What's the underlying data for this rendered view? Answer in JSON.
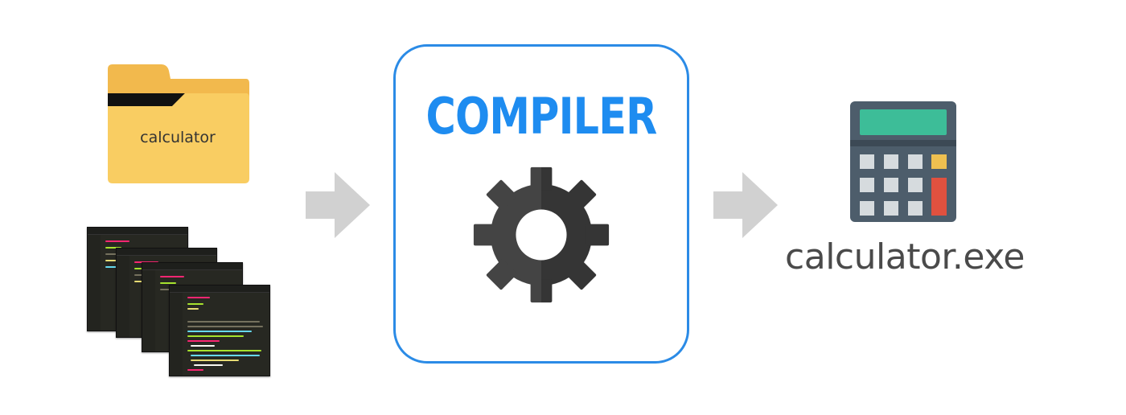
{
  "diagram": {
    "input_folder": {
      "label": "calculator",
      "icon": "folder-icon",
      "color_body": "#f9cd62",
      "color_tab": "#f2b94d"
    },
    "source_files": {
      "icon": "source-code-windows-icon",
      "count": 4
    },
    "compiler": {
      "title": "COMPILER",
      "icon": "gear-icon",
      "title_color": "#1e8cf0",
      "border_color": "#2b8be6",
      "gear_color": "#3f3f3f"
    },
    "arrows": [
      {
        "icon": "right-arrow-icon",
        "color": "#d1d1d1"
      },
      {
        "icon": "right-arrow-icon",
        "color": "#d1d1d1"
      }
    ],
    "output": {
      "label": "calculator.exe",
      "icon": "calculator-icon",
      "screen_color": "#3dbd98",
      "body_color": "#4d5d6b"
    }
  }
}
